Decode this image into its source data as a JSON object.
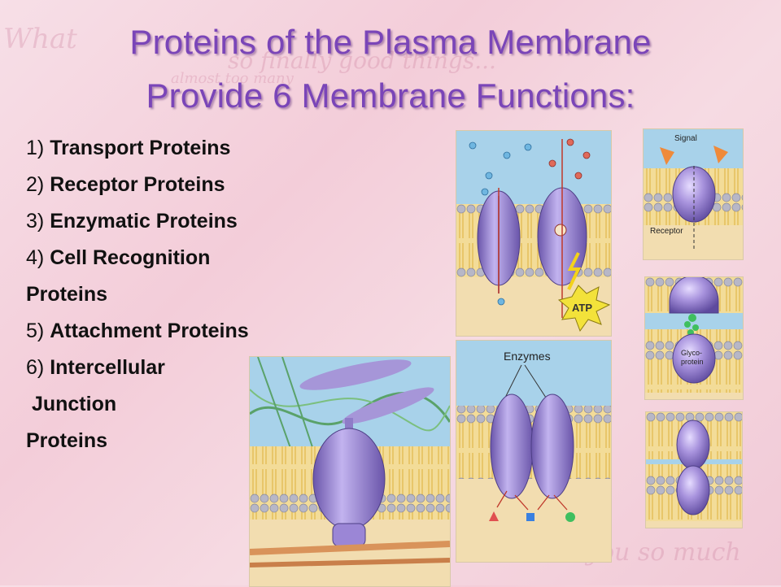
{
  "slide": {
    "title_line1": "Proteins of the Plasma Membrane",
    "title_line2": "Provide 6 Membrane Functions:",
    "functions": [
      {
        "num": "1)",
        "name": "Transport Proteins"
      },
      {
        "num": "2)",
        "name": "Receptor Proteins"
      },
      {
        "num": "3)",
        "name": "Enzymatic Proteins"
      },
      {
        "num": "4)",
        "name": "Cell Recognition"
      },
      {
        "num": "",
        "name": "Proteins"
      },
      {
        "num": "5)",
        "name": "Attachment Proteins"
      },
      {
        "num": "6)",
        "name": "Intercellular"
      },
      {
        "num": "",
        "name": " Junction"
      },
      {
        "num": "",
        "name": "Proteins"
      }
    ]
  },
  "background_text": {
    "t1": "What",
    "t2": "so finally good things...",
    "t3": "almost too many",
    "t4": "you so much"
  },
  "figures": {
    "transport": {
      "atp_label": "ATP"
    },
    "receptor": {
      "signal_label": "Signal",
      "receptor_label": "Receptor"
    },
    "enzymatic": {
      "enzymes_label": "Enzymes"
    },
    "recognition": {
      "glyco_label_1": "Glyco-",
      "glyco_label_2": "protein"
    }
  },
  "colors": {
    "title": "#7a45b8",
    "protein": "#9b86d6",
    "lipid_head": "#b8b8c8",
    "lipid_tail": "#e6c96a",
    "water": "#9ec8e6",
    "cytoplasm": "#f2dcae",
    "atp": "#f3e23a",
    "glyco": "#3fbf5f",
    "signal": "#ef8a3a"
  }
}
